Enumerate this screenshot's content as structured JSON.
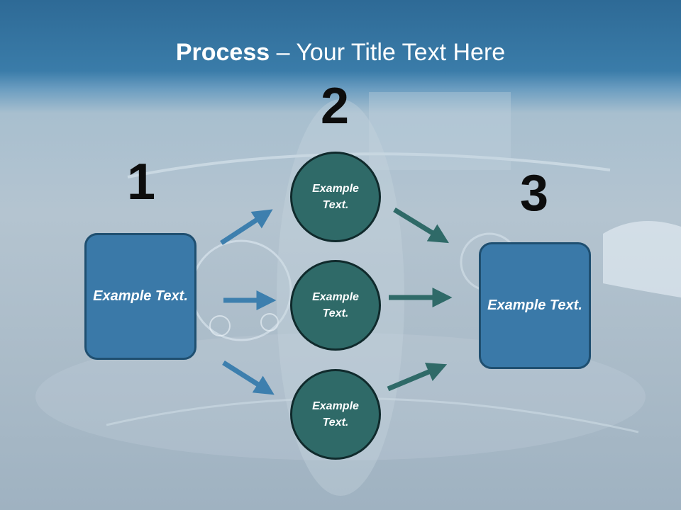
{
  "title": {
    "bold": "Process",
    "rest": " – Your Title Text Here"
  },
  "numbers": [
    "1",
    "2",
    "3"
  ],
  "boxes": {
    "left": "Example Text.",
    "right": "Example Text."
  },
  "circles": [
    {
      "text": "Example Text."
    },
    {
      "text": "Example Text."
    },
    {
      "text": "Example Text."
    }
  ],
  "colors": {
    "box_fill": "#3a79a8",
    "circle_fill": "#2f6a68",
    "arrow_blue": "#3d7fae",
    "arrow_teal": "#2f6a68"
  }
}
